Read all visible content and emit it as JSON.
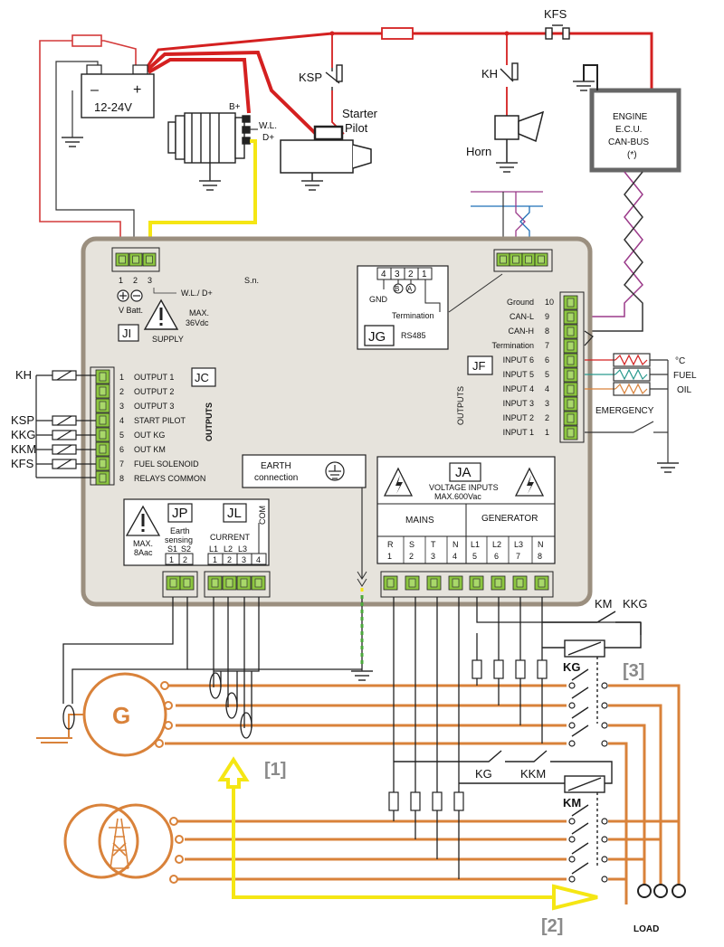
{
  "battery": {
    "minus": "–",
    "plus": "+",
    "voltage": "12-24V"
  },
  "alternator": {
    "b_plus": "B+",
    "wl": "W.L.",
    "d_plus": "D+"
  },
  "starter": {
    "line1": "Starter",
    "line2": "Pilot"
  },
  "relays_top": {
    "ksp": "KSP",
    "kh": "KH",
    "kfs": "KFS"
  },
  "horn": "Horn",
  "ecu": {
    "line1": "ENGINE",
    "line2": "E.C.U.",
    "line3": "CAN-BUS",
    "line4": "(*)"
  },
  "controller": {
    "sn": "S.n.",
    "supply_pins": [
      "1",
      "2",
      "3"
    ],
    "supply_wl": "W.L./ D+",
    "vbatt": "V Batt.",
    "max_supply_1": "MAX.",
    "max_supply_2": "36Vdc",
    "supply": "SUPPLY",
    "ji": "JI",
    "jg": "JG",
    "rs485": "RS485",
    "jg_pins": [
      "4",
      "3",
      "2",
      "1"
    ],
    "gnd": "GND",
    "b": "B",
    "a": "A",
    "termination": "Termination",
    "jc": "JC",
    "outputs_label": "OUTPUTS",
    "outputs": [
      {
        "num": "1",
        "label": "OUTPUT 1"
      },
      {
        "num": "2",
        "label": "OUTPUT 2"
      },
      {
        "num": "3",
        "label": "OUTPUT 3"
      },
      {
        "num": "4",
        "label": "START PILOT"
      },
      {
        "num": "5",
        "label": "OUT KG"
      },
      {
        "num": "6",
        "label": "OUT KM"
      },
      {
        "num": "7",
        "label": "FUEL SOLENOID"
      },
      {
        "num": "8",
        "label": "RELAYS COMMON"
      }
    ],
    "jf": "JF",
    "jf_side_label": "OUTPUTS",
    "inputs": [
      {
        "num": "10",
        "label": "Ground"
      },
      {
        "num": "9",
        "label": "CAN-L"
      },
      {
        "num": "8",
        "label": "CAN-H"
      },
      {
        "num": "7",
        "label": "Termination"
      },
      {
        "num": "6",
        "label": "INPUT 6"
      },
      {
        "num": "5",
        "label": "INPUT 5"
      },
      {
        "num": "4",
        "label": "INPUT 4"
      },
      {
        "num": "3",
        "label": "INPUT 3"
      },
      {
        "num": "2",
        "label": "INPUT 2"
      },
      {
        "num": "1",
        "label": "INPUT 1"
      }
    ],
    "earth_1": "EARTH",
    "earth_2": "connection",
    "ja": "JA",
    "voltage_inputs_1": "VOLTAGE INPUTS",
    "voltage_inputs_2": "MAX.600Vac",
    "mains": "MAINS",
    "generator": "GENERATOR",
    "ja_letters": [
      "R",
      "S",
      "T",
      "N",
      "L1",
      "L2",
      "L3",
      "N"
    ],
    "ja_numbers": [
      "1",
      "2",
      "3",
      "4",
      "5",
      "6",
      "7",
      "8"
    ],
    "jp": "JP",
    "jl": "JL",
    "max_jp_1": "MAX.",
    "max_jp_2": "8Aac",
    "earth_sensing_1": "Earth",
    "earth_sensing_2": "sensing",
    "current": "CURRENT",
    "com": "COM",
    "jp_pins": [
      "S1",
      "S2"
    ],
    "jp_nums": [
      "1",
      "2"
    ],
    "jl_pins": [
      "L1",
      "L2",
      "L3"
    ],
    "jl_nums": [
      "1",
      "2",
      "3",
      "4"
    ]
  },
  "left_relays": [
    "KH",
    "KSP",
    "KKG",
    "KKM",
    "KFS"
  ],
  "sensors": {
    "temp": "°C",
    "fuel": "FUEL",
    "oil": "OIL",
    "emergency": "EMERGENCY"
  },
  "generator_symbol": "G",
  "switchgear": {
    "km": "KM",
    "kkg": "KKG",
    "kg": "KG",
    "kkm": "KKM",
    "kg_coil": "KG",
    "km_coil": "KM",
    "ref1": "[1]",
    "ref2": "[2]",
    "ref3": "[3]",
    "load": "LOAD"
  },
  "colors": {
    "battery_red": "#d42020",
    "thin_red": "#d43a3a",
    "yellow": "#f5e614",
    "orange": "#d9823a",
    "terminal_green": "#8cc63f",
    "panel_bg": "#e6e3dc",
    "panel_border": "#9b8f7f",
    "gray_ref": "#8a8a8a",
    "can_purple": "#9b3a8a",
    "can_blue": "#1f6fb6"
  }
}
